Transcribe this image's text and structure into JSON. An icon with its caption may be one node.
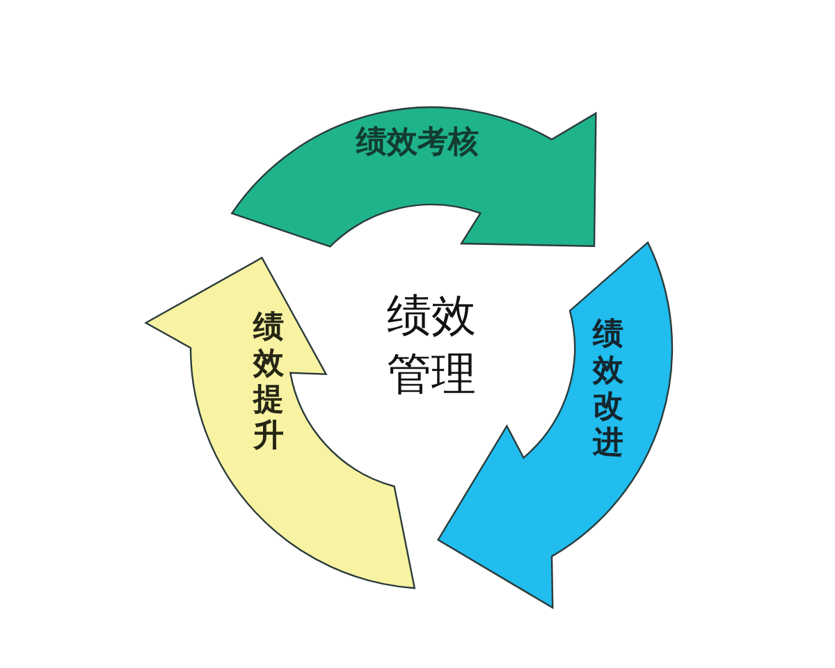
{
  "diagram": {
    "nodes": [
      {
        "text": [
          "绩效考核"
        ]
      },
      {
        "text": [
          "绩效改进"
        ]
      },
      {
        "text": [
          "绩效提升"
        ]
      }
    ],
    "labels": [
      "绩效管理"
    ]
  }
}
